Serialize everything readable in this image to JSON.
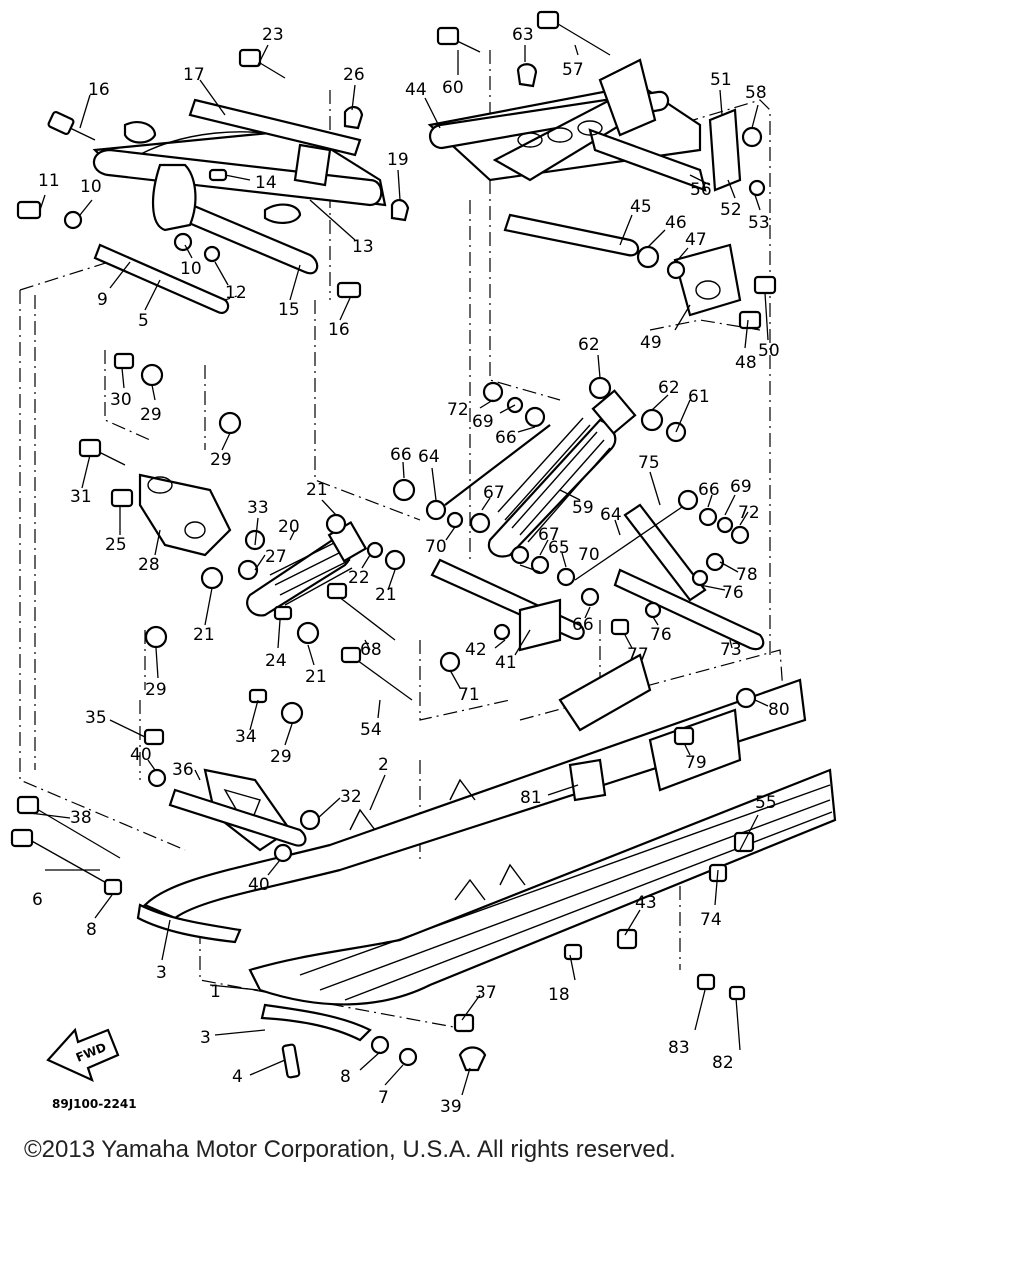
{
  "diagram": {
    "callouts": [
      "1",
      "2",
      "3",
      "3",
      "4",
      "5",
      "6",
      "7",
      "8",
      "8",
      "9",
      "10",
      "10",
      "11",
      "12",
      "13",
      "14",
      "15",
      "16",
      "16",
      "17",
      "18",
      "19",
      "20",
      "21",
      "21",
      "21",
      "21",
      "22",
      "23",
      "24",
      "25",
      "26",
      "27",
      "28",
      "29",
      "29",
      "29",
      "29",
      "30",
      "31",
      "32",
      "33",
      "34",
      "35",
      "36",
      "37",
      "38",
      "39",
      "40",
      "40",
      "41",
      "42",
      "43",
      "44",
      "45",
      "46",
      "47",
      "48",
      "49",
      "50",
      "51",
      "52",
      "53",
      "54",
      "55",
      "56",
      "57",
      "58",
      "59",
      "60",
      "61",
      "62",
      "62",
      "63",
      "64",
      "64",
      "65",
      "66",
      "66",
      "66",
      "66",
      "67",
      "67",
      "68",
      "69",
      "69",
      "70",
      "70",
      "71",
      "72",
      "72",
      "73",
      "74",
      "75",
      "76",
      "76",
      "77",
      "78",
      "79",
      "80",
      "81",
      "82",
      "83"
    ],
    "drawing_code": "89J100-2241",
    "fwd_label": "FWD",
    "copyright": "©2013 Yamaha Motor Corporation, U.S.A. All rights reserved."
  }
}
